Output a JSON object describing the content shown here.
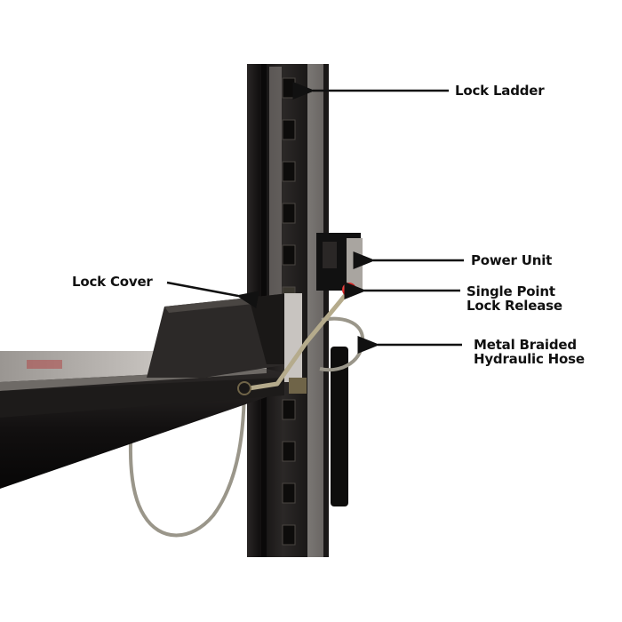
{
  "diagram": {
    "subject": "Four-post lift column with lock system",
    "background": "#ffffff",
    "colors": {
      "column": "#1c1a19",
      "column_highlight": "#3a3735",
      "column_side": "#8e8a86",
      "runway": "#141212",
      "runway_top": "#6e6a66",
      "lever": "#b5ab8c",
      "knob": "#e02828",
      "hose": "#9a968a",
      "arrow": "#111111"
    },
    "callouts": [
      {
        "id": "lock-ladder",
        "lines": [
          "Lock Ladder"
        ]
      },
      {
        "id": "power-unit",
        "lines": [
          "Power Unit"
        ]
      },
      {
        "id": "lock-release",
        "lines": [
          "Single Point",
          "Lock Release"
        ]
      },
      {
        "id": "hydraulic-hose",
        "lines": [
          "Metal Braided",
          "Hydraulic Hose"
        ]
      },
      {
        "id": "lock-cover",
        "lines": [
          "Lock Cover"
        ]
      }
    ]
  }
}
